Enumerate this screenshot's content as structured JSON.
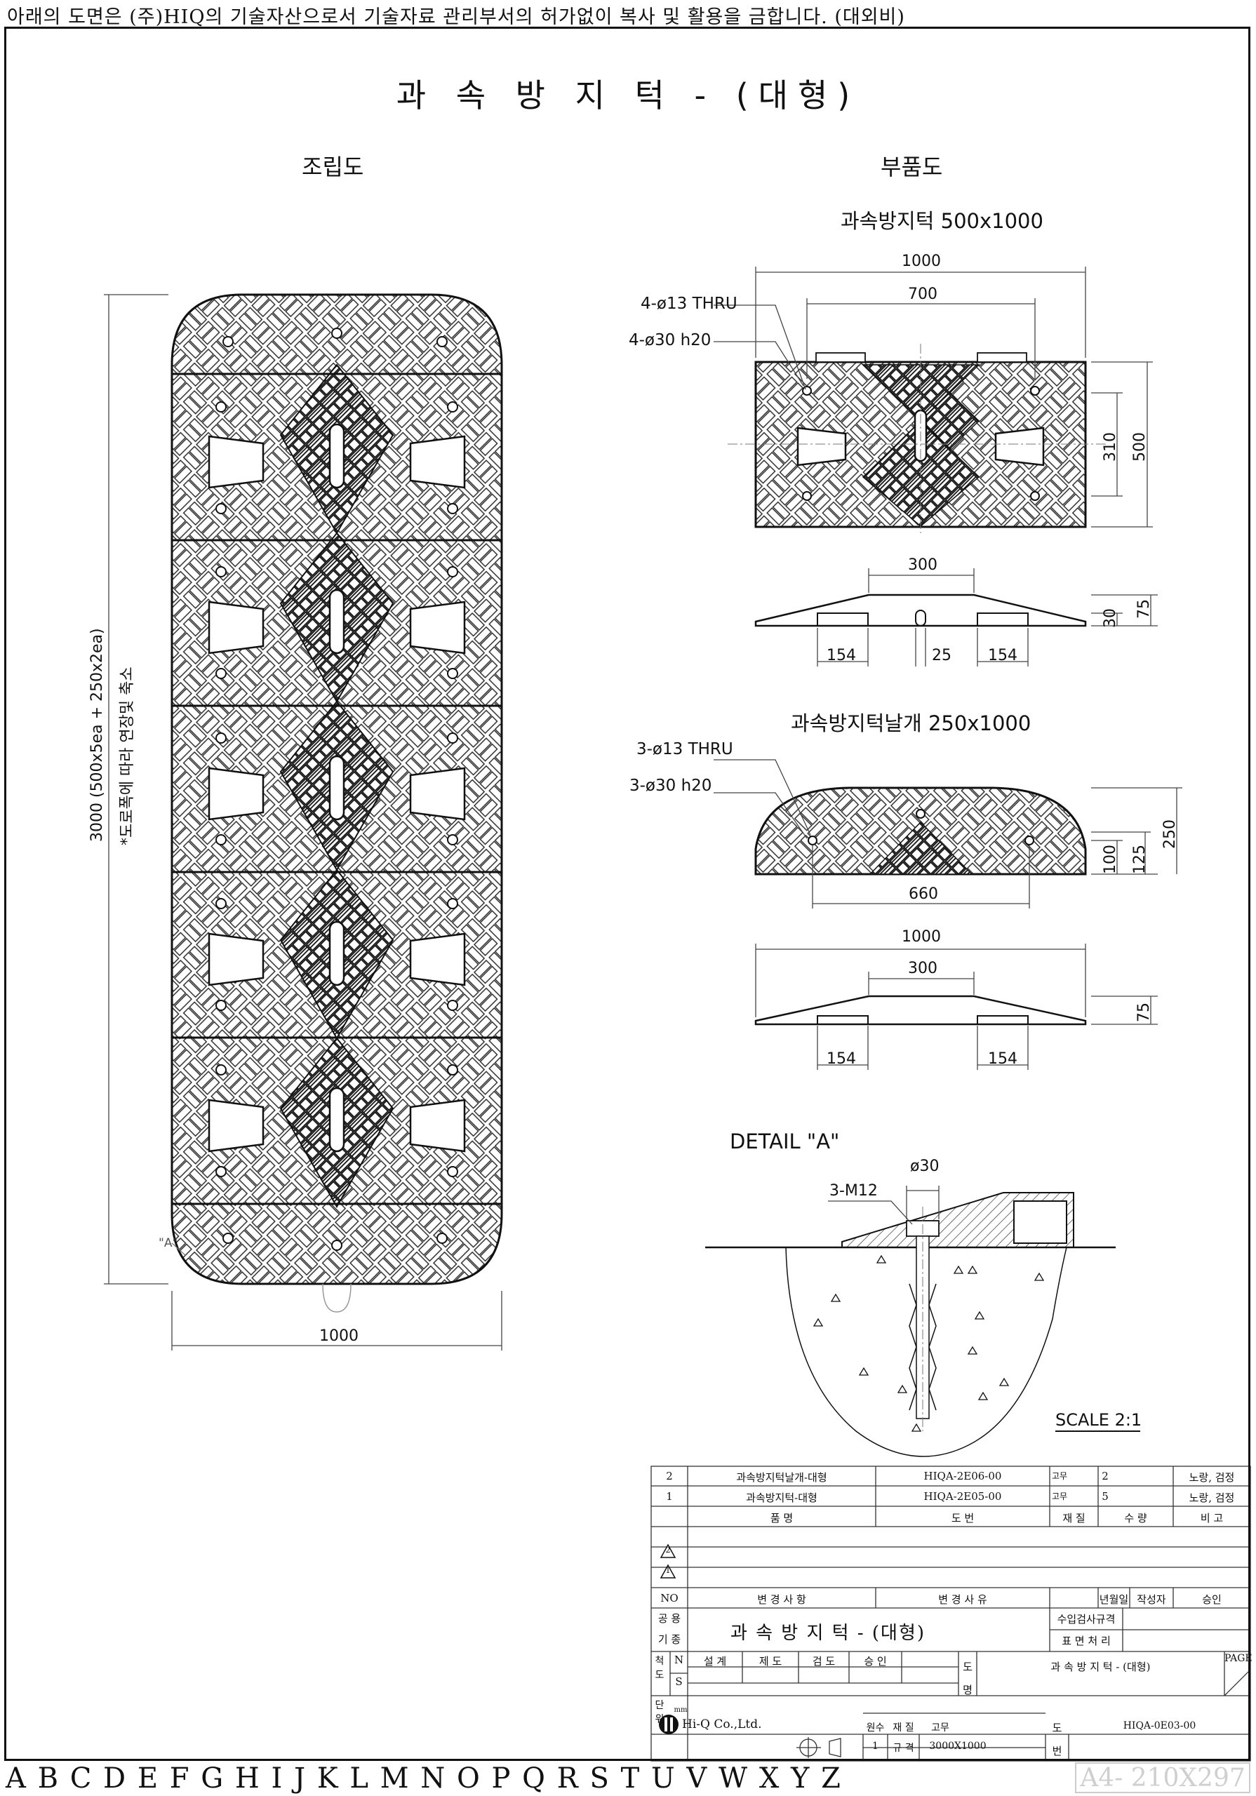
{
  "notice": "아래의 도면은 (주)HIQ의 기술자산으로서 기술자료 관리부서의 허가없이 복사 및 활용을 금합니다. (대외비)",
  "title": "과 속 방 지 턱 - (대형)",
  "assembly_label": "조립도",
  "parts_label": "부품도",
  "assembly": {
    "height_dim": "3000 (500x5ea + 250x2ea)",
    "note": "*도로폭에 따라 연장및 축소",
    "width_dim": "1000",
    "detail_marker": "\"A\""
  },
  "part1": {
    "title": "과속방지턱 500x1000",
    "dim_width": "1000",
    "dim_hole_spacing": "700",
    "hole1": "4-ø13 THRU",
    "hole2": "4-ø30 h20",
    "dim_310": "310",
    "dim_500": "500",
    "dim_top": "300",
    "dim_30": "30",
    "dim_75": "75",
    "dim_154a": "154",
    "dim_25": "25",
    "dim_154b": "154"
  },
  "part2": {
    "title": "과속방지턱날개 250x1000",
    "hole1": "3-ø13 THRU",
    "hole2": "3-ø30 h20",
    "dim_660": "660",
    "dim_100": "100",
    "dim_125": "125",
    "dim_250": "250",
    "dim_width": "1000",
    "dim_top": "300",
    "dim_75": "75",
    "dim_154a": "154",
    "dim_154b": "154"
  },
  "detail": {
    "title": "DETAIL \"A\"",
    "dia": "ø30",
    "bolt": "3-M12",
    "scale": "SCALE 2:1"
  },
  "title_block": {
    "rows": [
      {
        "no": "2",
        "name": "과속방지턱날개-대형",
        "code": "HIQA-2E06-00",
        "material": "고무",
        "qty": "2",
        "note": "노랑, 검정"
      },
      {
        "no": "1",
        "name": "과속방지턱-대형",
        "code": "HIQA-2E05-00",
        "material": "고무",
        "qty": "5",
        "note": "노랑, 검정"
      }
    ],
    "headers": {
      "name": "품 명",
      "code": "도 번",
      "material": "재 질",
      "qty": "수 량",
      "note": "비 고"
    },
    "rev2": "2",
    "rev1": "1",
    "change_header": {
      "no": "NO",
      "item": "변 경 사 항",
      "reason": "변 경 사 유",
      "date": "년월일",
      "author": "작성자",
      "approve": "승인"
    },
    "process": "공 용",
    "kind": "기 종",
    "drawing_title": "과 속 방 지 턱 - (대형)",
    "inspection": "수입검사규격",
    "surface": "표 면 처 리",
    "scale_label": "척 도",
    "scale_n": "N",
    "scale_s": "S",
    "design": "설 계",
    "draft": "제 도",
    "check": "검 도",
    "approve": "승 인",
    "name_label_1": "도",
    "name_label_2": "명",
    "drawing_name": "과 속 방 지 턱 - (대형)",
    "page": "PAGE",
    "unit_label": "단 위",
    "unit": "mm",
    "company": "Hi-Q Co.,Ltd.",
    "orig_qty_label": "원수",
    "material_label": "재 질",
    "material_value": "고무",
    "orig_qty": "1",
    "spec_label": "규 격",
    "spec_value": "3000X1000",
    "no_label_1": "도",
    "no_label_2": "번",
    "drawing_no": "HIQA-0E03-00"
  },
  "zone_letters": "A B C D E F G H I J K L M N O P Q R S T U V W X Y Z",
  "paper_size": "A4- 210X297"
}
